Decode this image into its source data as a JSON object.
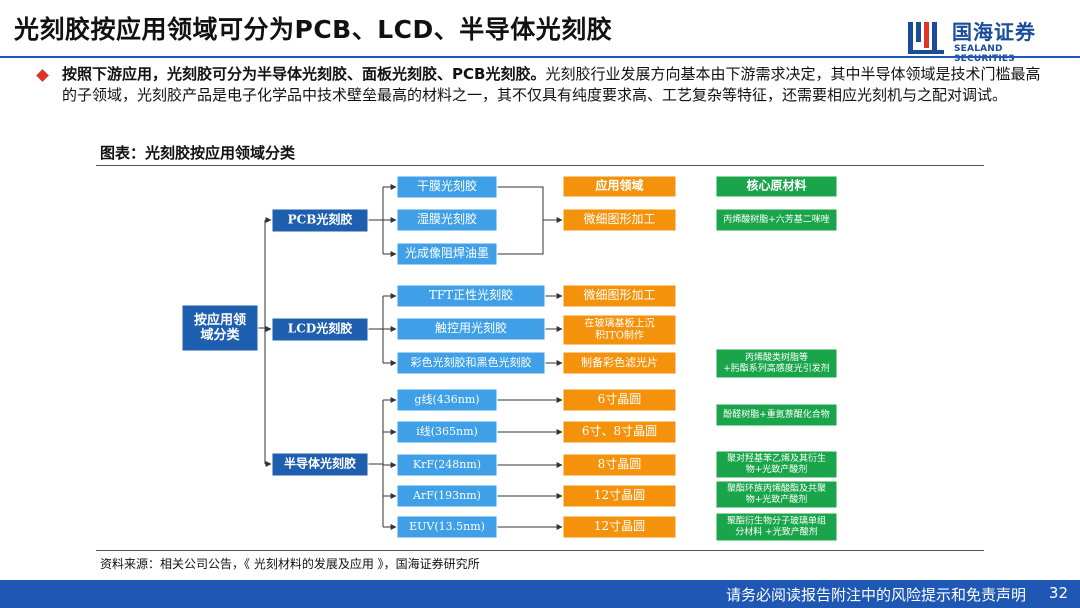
{
  "header": {
    "title": "光刻胶按应用领域可分为PCB、LCD、半导体光刻胶",
    "logo_cn": "国海证券",
    "logo_en": "SEALAND SECURITIES"
  },
  "intro": {
    "bold": "按照下游应用，光刻胶可分为半导体光刻胶、面板光刻胶、PCB光刻胶。",
    "text": "光刻胶行业发展方向基本由下游需求决定，其中半导体领域是技术门槛最高的子领域，光刻胶产品是电子化学品中技术壁垒最高的材料之一，其不仅具有纯度要求高、工艺复杂等特征，还需要相应光刻机与之配对调试。"
  },
  "figure": {
    "title": "图表：光刻胶按应用领域分类",
    "source": "资料来源：相关公司公告，《 光刻材料的发展及应用 》，国海证券研究所"
  },
  "diagram": {
    "root": "按应用领域分类",
    "categories": [
      "PCB光刻胶",
      "LCD光刻胶",
      "半导体光刻胶"
    ],
    "header_app": "应用领域",
    "header_core": "核心原材料",
    "pcb_items": [
      "干膜光刻胶",
      "湿膜光刻胶",
      "光成像阻焊油墨"
    ],
    "pcb_app": "微细图形加工",
    "pcb_core": "丙烯酸树脂+六芳基二咪唑",
    "lcd_items": [
      "TFT正性光刻胶",
      "触控用光刻胶",
      "彩色光刻胶和黑色光刻胶"
    ],
    "lcd_apps": [
      "微细图形加工",
      "在玻璃基板上沉积ITO制作",
      "制备彩色滤光片"
    ],
    "lcd_core": "丙烯酸类树脂等+肟酯系列高感度光引发剂",
    "semi_items": [
      "g线(436nm)",
      "i线(365nm)",
      "KrF(248nm)",
      "ArF(193nm)",
      "EUV(13.5nm)"
    ],
    "semi_apps": [
      "6寸晶圆",
      "6寸、8寸晶圆",
      "8寸晶圆",
      "12寸晶圆",
      "12寸晶圆"
    ],
    "semi_cores": [
      "酚醛树脂+重氮萘醌化合物",
      "聚对羟基苯乙烯及其衍生物+光致产酸剂",
      "聚酯环族丙烯酸酯及共聚物+光致产酸剂",
      "聚酯衍生物分子玻璃单组分材料 +光致产酸剂"
    ]
  },
  "footer": {
    "disclaimer": "请务必阅读报告附注中的风险提示和免责声明",
    "page": "32"
  },
  "colors": {
    "blue_box": "#1f5fb0",
    "light_blue_box": "#3fa0e8",
    "orange_box": "#f4920c",
    "green_box": "#1aa54a",
    "brand": "#1f57b5"
  }
}
